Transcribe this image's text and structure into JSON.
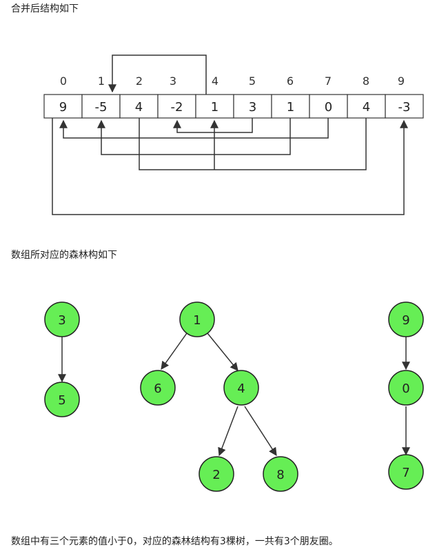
{
  "captions": {
    "top": "合并后结构如下",
    "middle": "数组所对应的森林构如下",
    "bottom": "数组中有三个元素的值小于0，对应的森林结构有3棵树，一共有3个朋友圈。"
  },
  "array": {
    "indices": [
      "0",
      "1",
      "2",
      "3",
      "4",
      "5",
      "6",
      "7",
      "8",
      "9"
    ],
    "values": [
      "9",
      "-5",
      "4",
      "-2",
      "1",
      "3",
      "1",
      "0",
      "4",
      "-3"
    ]
  },
  "forest": {
    "nodes": [
      "3",
      "5",
      "1",
      "6",
      "4",
      "2",
      "8",
      "9",
      "0",
      "7"
    ],
    "node_color": "#66ee55"
  }
}
